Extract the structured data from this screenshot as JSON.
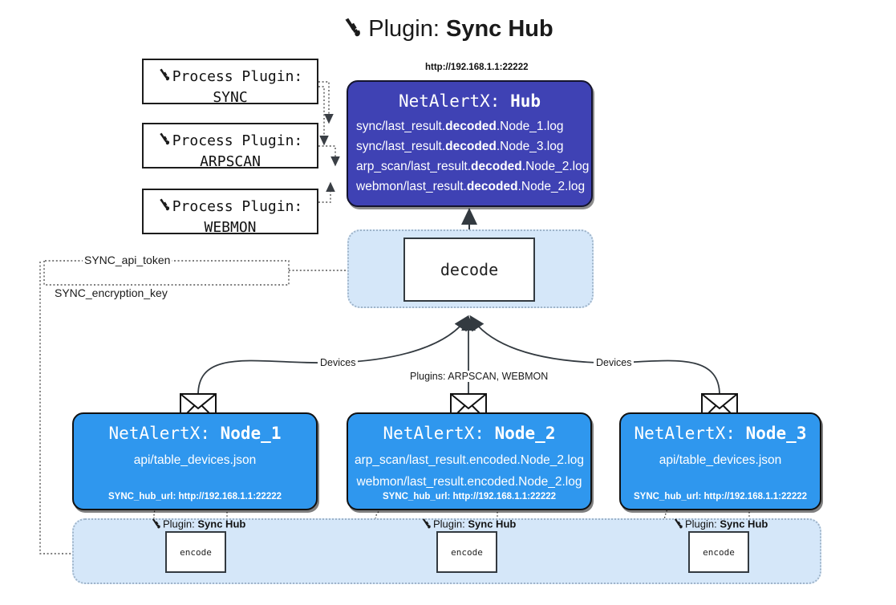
{
  "page": {
    "title_prefix": "Plugin: ",
    "title_name": "Sync Hub",
    "plug_icon": "plug-icon"
  },
  "process_plugins": [
    {
      "line1": "Process Plugin:",
      "line2": "SYNC"
    },
    {
      "line1": "Process Plugin:",
      "line2": "ARPSCAN"
    },
    {
      "line1": "Process Plugin:",
      "line2": "WEBMON"
    }
  ],
  "hub": {
    "url": "http://192.168.1.1:22222",
    "title_prefix": "NetAlertX: ",
    "title_name": "Hub",
    "logs": [
      {
        "pre": "sync/last_result.",
        "mid": "decoded",
        "post": ".Node_1.log"
      },
      {
        "pre": "sync/last_result.",
        "mid": "decoded",
        "post": ".Node_3.log"
      },
      {
        "pre": "arp_scan/last_result.",
        "mid": "decoded",
        "post": ".Node_2.log"
      },
      {
        "pre": "webmon/last_result.",
        "mid": "decoded",
        "post": ".Node_2.log"
      }
    ]
  },
  "decode": {
    "label": "decode"
  },
  "settings": {
    "api_token": "SYNC_api_token",
    "encryption_key": "SYNC_encryption_key"
  },
  "edge_labels": {
    "devices_left": "Devices",
    "devices_right": "Devices",
    "plugins_center": "Plugins: ARPSCAN, WEBMON"
  },
  "nodes": [
    {
      "title_prefix": "NetAlertX: ",
      "title_name": "Node_1",
      "lines": [
        "api/table_devices.json"
      ],
      "footer": "SYNC_hub_url: http://192.168.1.1:22222",
      "mail_icon": "envelope-icon"
    },
    {
      "title_prefix": "NetAlertX: ",
      "title_name": "Node_2",
      "lines": [
        "arp_scan/last_result.encoded.Node_2.log",
        "webmon/last_result.encoded.Node_2.log"
      ],
      "footer": "SYNC_hub_url: http://192.168.1.1:22222",
      "mail_icon": "envelope-icon"
    },
    {
      "title_prefix": "NetAlertX: ",
      "title_name": "Node_3",
      "lines": [
        "api/table_devices.json"
      ],
      "footer": "SYNC_hub_url: http://192.168.1.1:22222",
      "mail_icon": "envelope-icon"
    }
  ],
  "encoders": [
    {
      "caption_prefix": "Plugin: ",
      "caption_name": "Sync Hub",
      "label": "encode"
    },
    {
      "caption_prefix": "Plugin: ",
      "caption_name": "Sync Hub",
      "label": "encode"
    },
    {
      "caption_prefix": "Plugin: ",
      "caption_name": "Sync Hub",
      "label": "encode"
    }
  ],
  "colors": {
    "hub": "#3f42b4",
    "node": "#2f97ee",
    "panel": "#d5e7f9",
    "edge": "#3a3f45"
  }
}
